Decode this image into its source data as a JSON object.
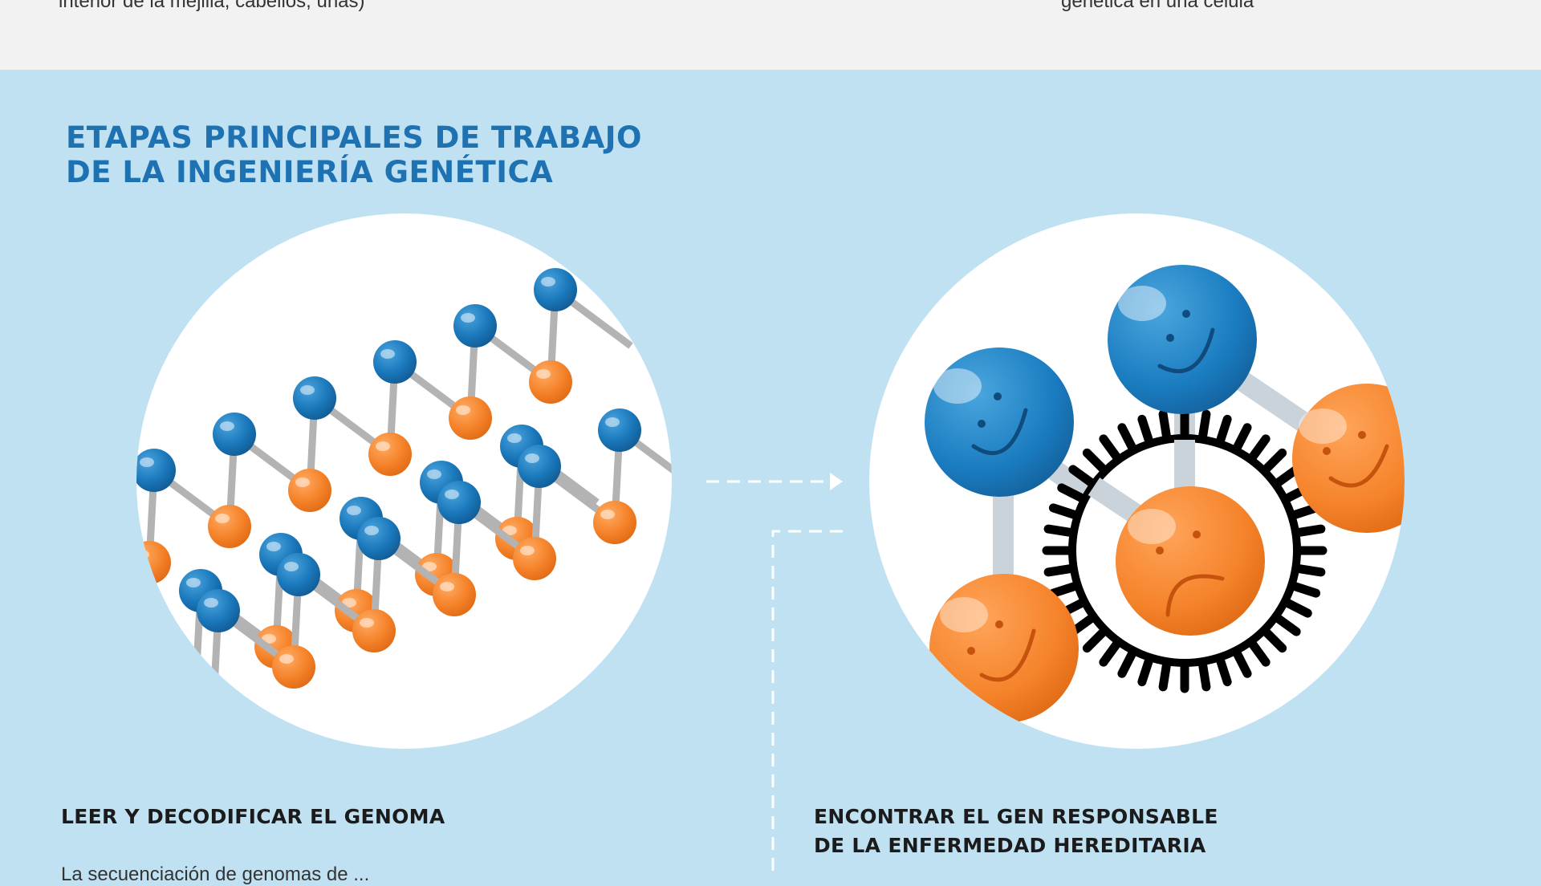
{
  "top_band": {
    "left_text": "interior de la mejilla, cabellos, uñas)",
    "right_text": "genética en una célula"
  },
  "section": {
    "title_line1": "ETAPAS PRINCIPALES DE TRABAJO",
    "title_line2": "DE LA INGENIERÍA GENÉTICA"
  },
  "steps": [
    {
      "title_line1": "LEER Y DECODIFICAR EL GENOMA",
      "illustration": "dna-helix-illustration",
      "cut_off_text": "La secuenciación de genomas de ..."
    },
    {
      "title_line1": "ENCONTRAR EL GEN RESPONSABLE",
      "title_line2": "DE LA ENFERMEDAD HEREDITARIA",
      "illustration": "faulty-gene-illustration"
    }
  ],
  "colors": {
    "background": "#bfe1f2",
    "top_band": "#f2f2f2",
    "title_blue": "#1e72b1",
    "ball_blue": "#1a78bb",
    "ball_orange": "#f5832a",
    "connector": "#ffffff"
  },
  "icons": {
    "connector_arrow": "dashed-arrow-icon",
    "virus_ring": "spiked-ring-icon"
  }
}
